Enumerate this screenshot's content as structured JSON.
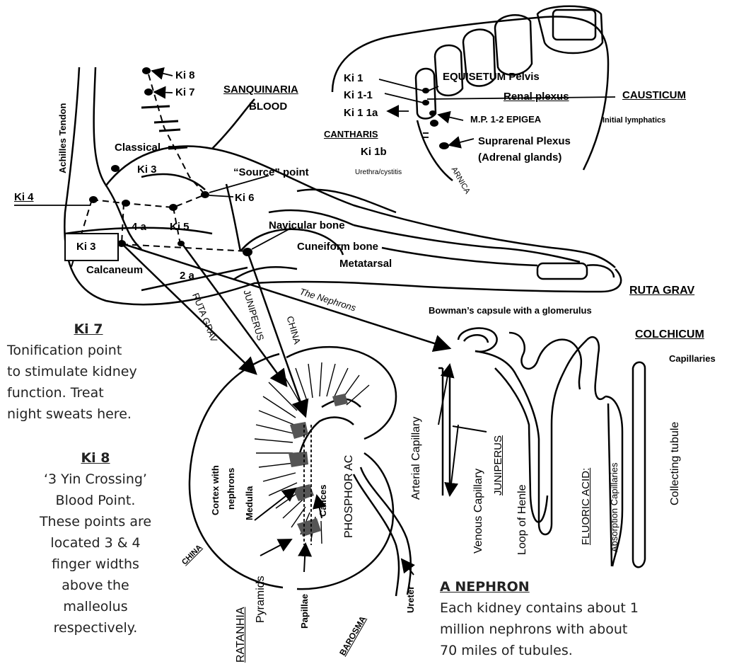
{
  "foot": {
    "labels": {
      "achilles": "Achilles Tendon",
      "ki8": "Ki 8",
      "ki7": "Ki 7",
      "sanquinaria": "SANQUINARIA",
      "blood": "BLOOD",
      "classical": "Classical",
      "ki3_upper": "Ki 3",
      "source_point": "“Source” point",
      "ki4": "Ki 4",
      "ki6": "Ki 6",
      "ki4a": "4 a",
      "ki5": "Ki 5",
      "ki3_box": "Ki 3",
      "navicular": "Navicular bone",
      "cuneiform": "Cuneiform bone",
      "metatarsal": "Metatarsal",
      "calcaneum": "Calcaneum",
      "two_a": "2 a",
      "ruta_grav_rot": "RUTA GRAV",
      "juniperus_rot": "JUNIPERUS",
      "china_rot": "CHINA",
      "the_nephrons": "The Nephrons"
    }
  },
  "sole": {
    "labels": {
      "ki1": "Ki 1",
      "ki1_1": "Ki 1-1",
      "ki1_1a": "Ki 1 1a",
      "equisetum": "EQUISETUM Pelvis",
      "renal_plexus": "Renal plexus",
      "causticum": "CAUSTICUM",
      "mp": "M.P. 1-2 EPIGEA",
      "initial_lymphatics": "Initial lymphatics",
      "cantharis": "CANTHARIS",
      "ki1b": "Ki 1b",
      "urethra": "Urethra/cystitis",
      "suprarenal": "Suprarenal Plexus",
      "adrenal": "(Adrenal glands)",
      "arnica": "ARNICA"
    }
  },
  "nephron": {
    "labels": {
      "ruta_grav": "RUTA GRAV",
      "bowmans": "Bowman’s capsule with a glomerulus",
      "colchicum": "COLCHICUM",
      "capillaries": "Capillaries",
      "arterial_capillary": "Arterial Capillary",
      "venous_capillary": "Venous Capillary",
      "juniperus": "JUNIPERUS",
      "loop_of_henle": "Loop of Henle",
      "fluoric_acid": "FLUORIC ACID:",
      "absorption_capillaries": "Absorption Capillaries",
      "collecting_tubule": "Collecting tubule"
    }
  },
  "kidney": {
    "labels": {
      "cortex": "Cortex with",
      "nephrons": "nephrons",
      "medulla": "Medulla",
      "calices": "Calices",
      "phosphor_ac": "PHOSPHOR AC",
      "china": "CHINA",
      "ratanhia": "RATANHIA",
      "pyramids": "Pyramids",
      "papillae": "Papillae",
      "barosma": "BAROSMA",
      "ureter": "Ureter"
    }
  },
  "notes": {
    "ki7": {
      "heading": "Ki 7",
      "lines": [
        "Tonification point",
        "to stimulate kidney",
        "function. Treat",
        "night sweats here."
      ]
    },
    "ki8": {
      "heading": "Ki 8",
      "lines": [
        "‘3 Yin Crossing’",
        "Blood Point.",
        "These points are",
        "located 3 & 4",
        "finger widths",
        "above the",
        "malleolus",
        "respectively."
      ]
    },
    "nephron": {
      "heading": "A NEPHRON",
      "lines": [
        "Each kidney contains about 1",
        "million nephrons with about",
        "70 miles of tubules."
      ]
    }
  }
}
